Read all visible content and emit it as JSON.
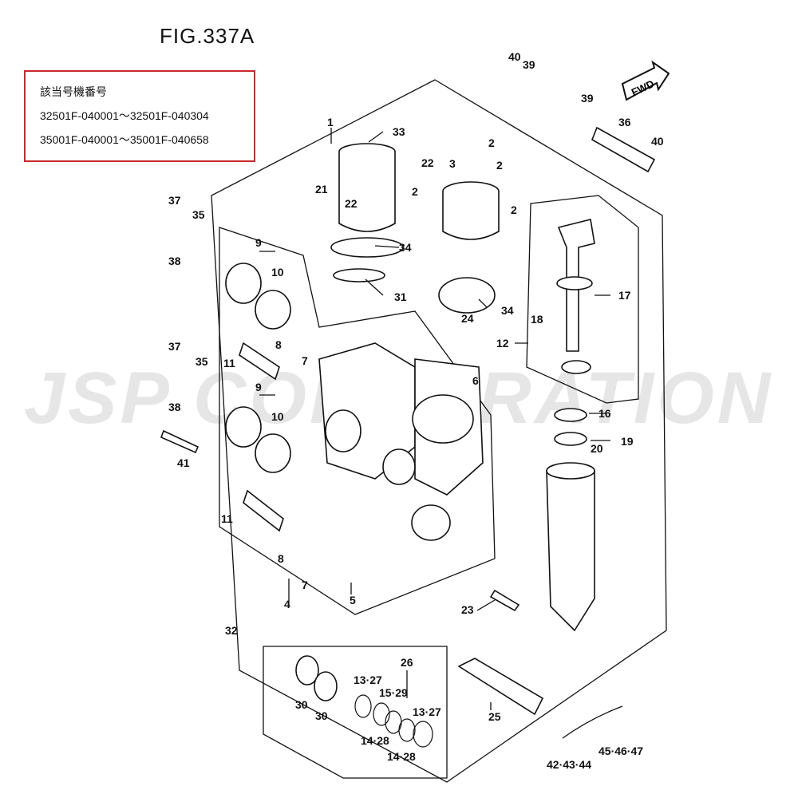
{
  "figure": {
    "title": "FIG.337A"
  },
  "applicable": {
    "heading": "該当号機番号",
    "serials": [
      "32501F-040001～32501F-040304",
      "35001F-040001～35001F-040658"
    ]
  },
  "watermark": "JSP CORPORATION",
  "fwd_label": "FWD",
  "callouts": {
    "p1": "1",
    "p2a": "2",
    "p2b": "2",
    "p2c": "2",
    "p2d": "2",
    "p3": "3",
    "p4": "4",
    "p5": "5",
    "p6": "6",
    "p7a": "7",
    "p7b": "7",
    "p8a": "8",
    "p8b": "8",
    "p9a": "9",
    "p9b": "9",
    "p10a": "10",
    "p10b": "10",
    "p11a": "11",
    "p11b": "11",
    "p12": "12",
    "p13_27a": "13·27",
    "p13_27b": "13·27",
    "p14_28a": "14·28",
    "p14_28b": "14·28",
    "p15_29": "15·29",
    "p16": "16",
    "p17": "17",
    "p18": "18",
    "p19": "19",
    "p20": "20",
    "p21": "21",
    "p22a": "22",
    "p22b": "22",
    "p23": "23",
    "p24": "24",
    "p25": "25",
    "p26": "26",
    "p30a": "30",
    "p30b": "30",
    "p31": "31",
    "p32": "32",
    "p33": "33",
    "p34a": "34",
    "p34b": "34",
    "p35a": "35",
    "p35b": "35",
    "p36": "36",
    "p37a": "37",
    "p37b": "37",
    "p38a": "38",
    "p38b": "38",
    "p39a": "39",
    "p39b": "39",
    "p40a": "40",
    "p40b": "40",
    "p41": "41",
    "p42_43_44": "42·43·44",
    "p45_46_47": "45·46·47"
  }
}
